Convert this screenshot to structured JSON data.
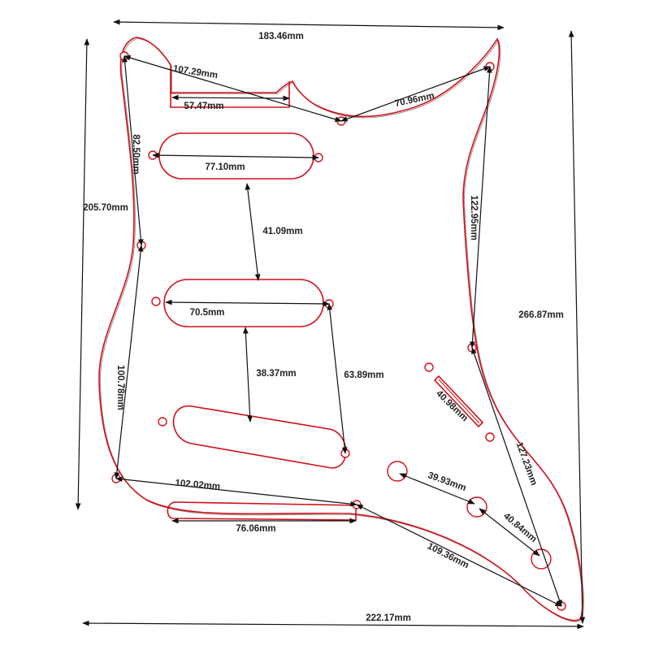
{
  "colors": {
    "outline": "#d0101a",
    "dimension": "#111111",
    "text": "#222222",
    "background": "#ffffff"
  },
  "dimensions": {
    "overall_top_width": "183.46mm",
    "overall_bottom_width": "222.17mm",
    "overall_left_height": "205.70mm",
    "overall_right_height": "266.87mm",
    "screw_top_left_to_middle": "107.29mm",
    "neck_pocket_width": "57.47mm",
    "screw_middle_to_top_right": "70.96mm",
    "left_screw_top_to_middle": "82.50mm",
    "left_screw_middle_to_bottom": "100.78mm",
    "neck_pickup_length": "77.10mm",
    "neck_to_middle_pickup": "41.09mm",
    "middle_pickup_length": "70.5mm",
    "middle_to_bridge_pickup": "38.37mm",
    "middle_to_bridge_screw": "63.89mm",
    "right_screw_top_to_middle": "122.95mm",
    "switch_slot_length": "40.98mm",
    "right_screw_middle_to_bottom": "127.23mm",
    "bottom_left_to_center_screw": "102.02mm",
    "bottom_cutout_width": "76.06mm",
    "pot_1_to_2": "39.93mm",
    "pot_2_to_3": "40.84mm",
    "bottom_center_to_right_screw": "109.36mm"
  }
}
